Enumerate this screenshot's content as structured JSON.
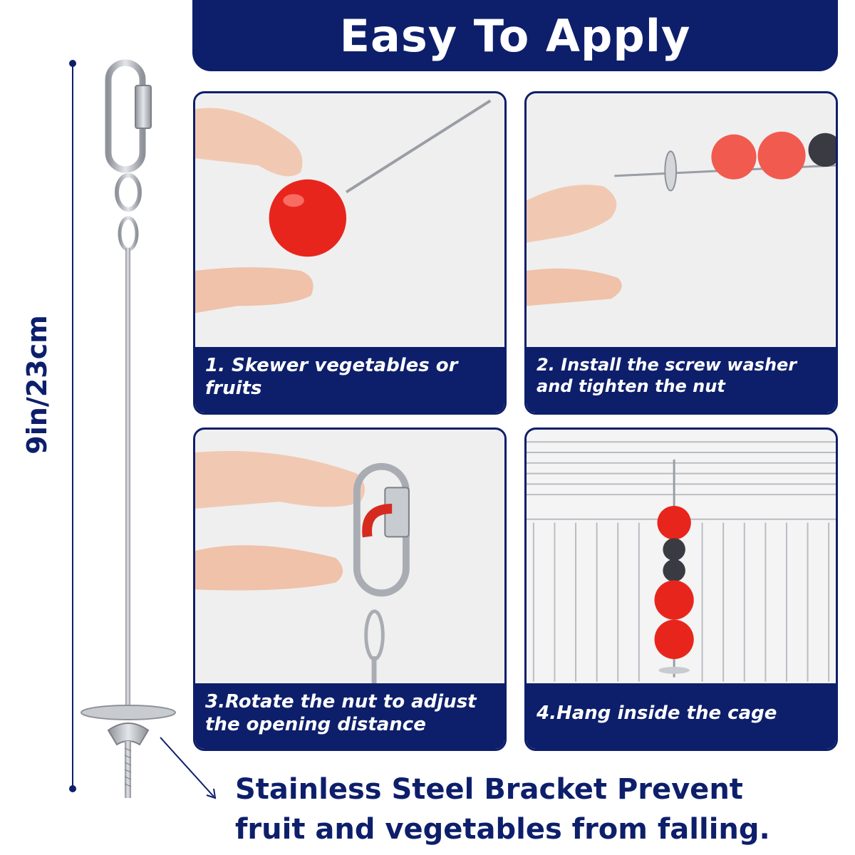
{
  "banner": {
    "title": "Easy To Apply"
  },
  "dimension": {
    "label": "9in/23cm"
  },
  "steps": [
    {
      "caption": "1. Skewer vegetables or fruits"
    },
    {
      "caption": "2. Install the screw washer and tighten the nut"
    },
    {
      "caption": "3.Rotate the nut to adjust the opening distance"
    },
    {
      "caption": "4.Hang inside the cage"
    }
  ],
  "footer": {
    "line1": "Stainless Steel Bracket Prevent",
    "line2": "fruit and vegetables from falling."
  },
  "colors": {
    "navy": "#0d1f6b",
    "bead_red": "#e8251d",
    "bead_dark": "#3a3a42",
    "steel": "#b9bcc2"
  }
}
